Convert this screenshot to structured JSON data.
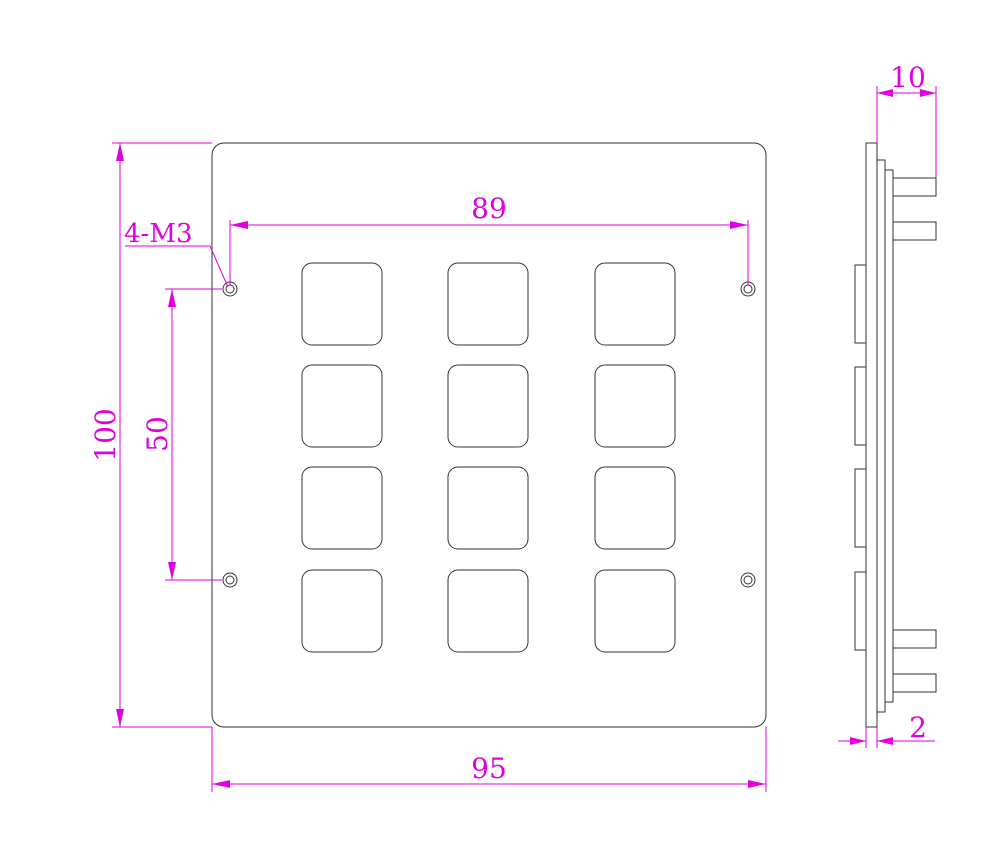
{
  "drawing": {
    "line_color": "#333333",
    "dimension_color": "#e000e0",
    "front_view": {
      "name": "front-panel",
      "key_grid": {
        "rows": 4,
        "columns": 3
      },
      "mounting_holes": 4,
      "dimensions": {
        "overall_width": "95",
        "overall_height": "100",
        "hole_spacing_horizontal": "89",
        "hole_spacing_vertical": "50",
        "hole_callout": "4-M3"
      }
    },
    "side_view": {
      "name": "side-profile",
      "dimensions": {
        "depth": "10",
        "panel_thickness": "2"
      }
    }
  }
}
